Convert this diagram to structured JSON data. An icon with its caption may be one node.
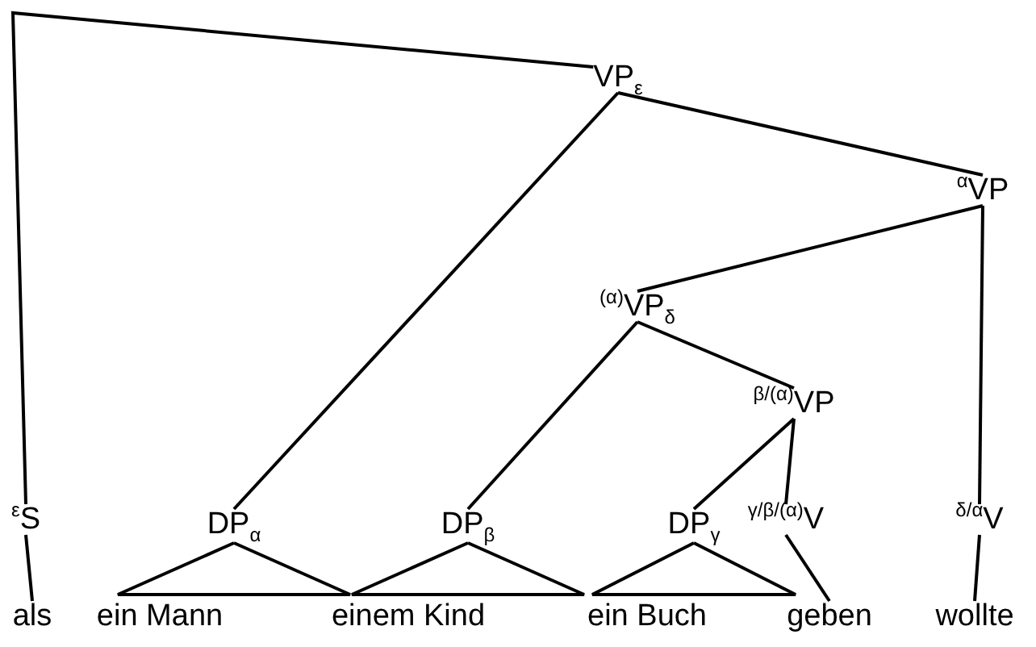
{
  "diagram": {
    "nodes": [
      {
        "text": [
          "VP$_{ε}$"
        ]
      },
      {
        "text": [
          "$^{α}$VP"
        ]
      },
      {
        "text": [
          "$^{(α)}$VP$_{δ}$"
        ]
      },
      {
        "text": [
          "$^{β/(α)}$VP"
        ]
      },
      {
        "text": [
          "$^{ε}$S"
        ]
      },
      {
        "text": [
          "DP$_{α}$"
        ]
      },
      {
        "text": [
          "DP$_{β}$"
        ]
      },
      {
        "text": [
          "DP$_{γ}$"
        ]
      },
      {
        "text": [
          "$^{γ/β/(α)}$V"
        ]
      },
      {
        "text": [
          "$^{δ/α}$V"
        ]
      },
      {
        "text": [
          "als"
        ]
      },
      {
        "text": [
          "ein Mann"
        ]
      },
      {
        "text": [
          "einem Kind"
        ]
      },
      {
        "text": [
          "ein Buch"
        ]
      },
      {
        "text": [
          "geben"
        ]
      },
      {
        "text": [
          "wollte"
        ]
      }
    ],
    "edges": [
      {
        "from": 0,
        "to": 4,
        "arrow": "none"
      },
      {
        "from": 0,
        "to": 5,
        "arrow": "none"
      },
      {
        "from": 0,
        "to": 1,
        "arrow": "none"
      },
      {
        "from": 1,
        "to": 2,
        "arrow": "none"
      },
      {
        "from": 1,
        "to": 9,
        "arrow": "none"
      },
      {
        "from": 2,
        "to": 6,
        "arrow": "none"
      },
      {
        "from": 2,
        "to": 3,
        "arrow": "none"
      },
      {
        "from": 3,
        "to": 7,
        "arrow": "none"
      },
      {
        "from": 3,
        "to": 8,
        "arrow": "none"
      },
      {
        "from": 4,
        "to": 10,
        "arrow": "none"
      },
      {
        "from": 5,
        "to": 11,
        "arrow": "none"
      },
      {
        "from": 6,
        "to": 12,
        "arrow": "none"
      },
      {
        "from": 7,
        "to": 13,
        "arrow": "none"
      },
      {
        "from": 8,
        "to": 14,
        "arrow": "none"
      },
      {
        "from": 9,
        "to": 15,
        "arrow": "none"
      }
    ]
  }
}
